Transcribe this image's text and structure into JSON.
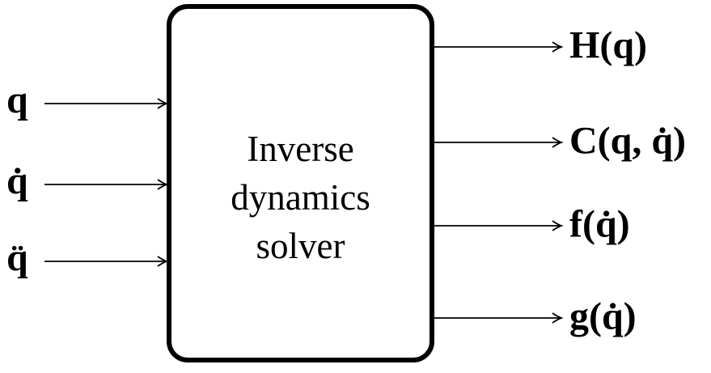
{
  "diagram": {
    "block": {
      "label_lines": [
        "Inverse",
        "dynamics",
        "solver"
      ]
    },
    "inputs": [
      {
        "label": "q"
      },
      {
        "label": "q̇"
      },
      {
        "label": "q̈"
      }
    ],
    "outputs": [
      {
        "label": "H(q)"
      },
      {
        "label": "C(q, q̇)"
      },
      {
        "label": "f(q̇)"
      },
      {
        "label": "g(q̇)"
      }
    ],
    "colors": {
      "stroke": "#000000",
      "background": "#ffffff"
    }
  }
}
